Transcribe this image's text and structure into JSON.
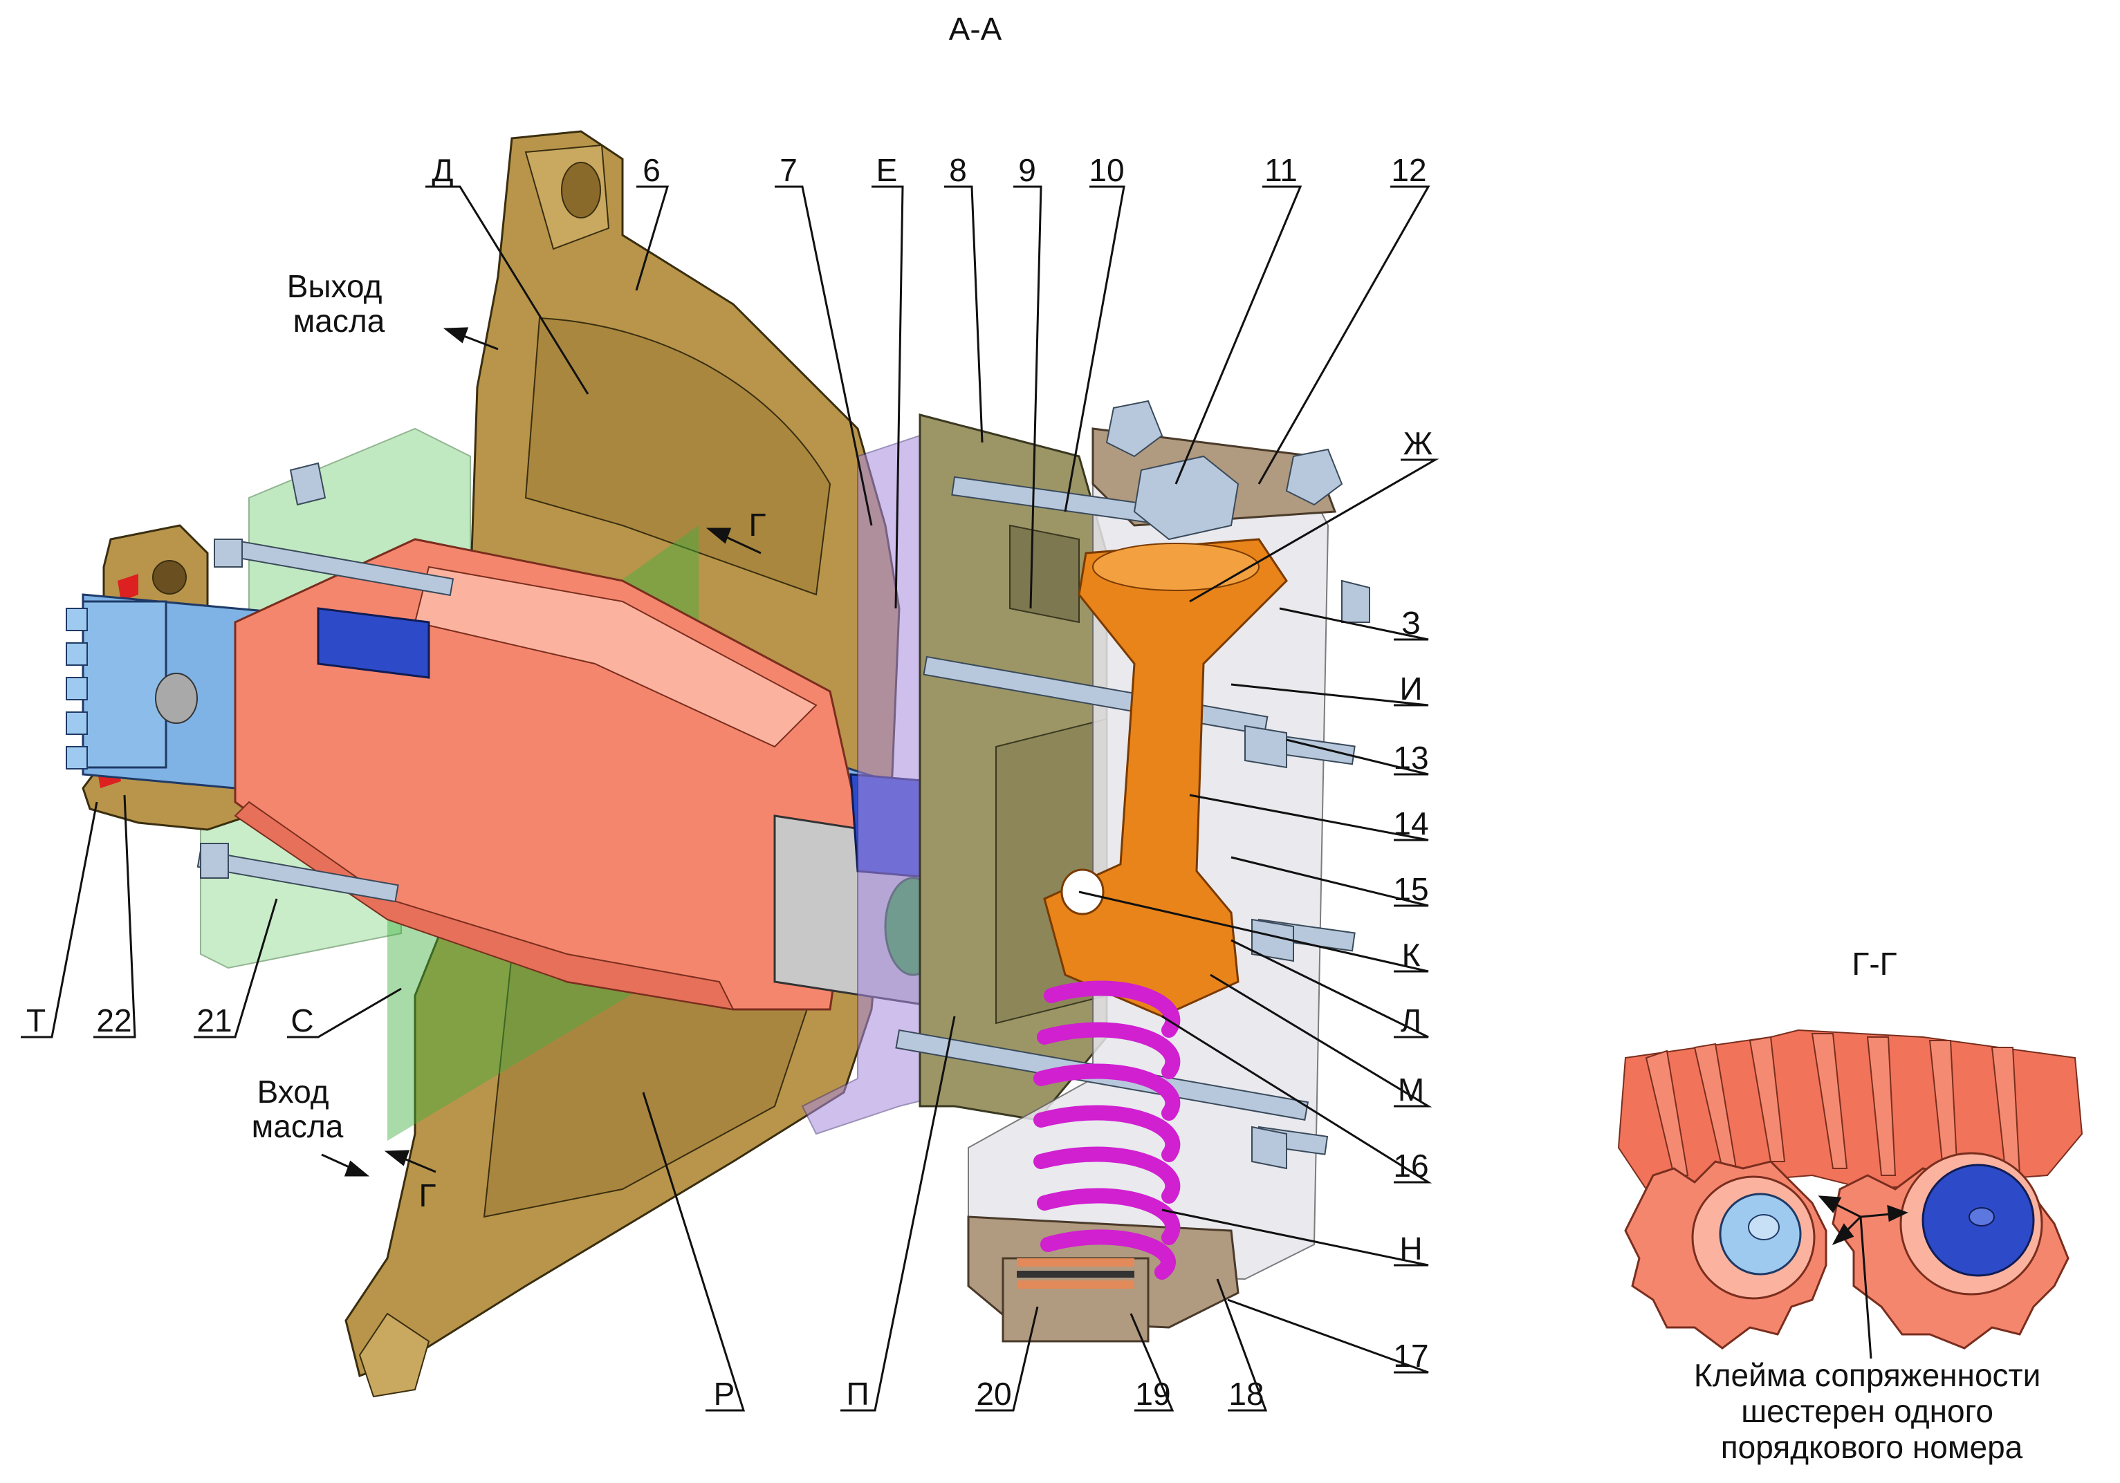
{
  "main_view": {
    "title": "А-А",
    "oil_out": [
      "Выход",
      "масла"
    ],
    "oil_in": [
      "Вход",
      "масла"
    ],
    "section_mark_top": "Г",
    "section_mark_bottom": "Г",
    "labels_top": [
      "Д",
      "6",
      "7",
      "Е",
      "8",
      "9",
      "10",
      "11",
      "12"
    ],
    "labels_right": [
      "Ж",
      "З",
      "И",
      "13",
      "14",
      "15",
      "К",
      "Л",
      "М",
      "16",
      "Н",
      "17"
    ],
    "labels_bottom": [
      "Т",
      "22",
      "21",
      "С",
      "Р",
      "П",
      "20",
      "19",
      "18"
    ]
  },
  "inset_view": {
    "title": "Г-Г",
    "caption": [
      "Клейма сопряженности",
      "шестерен одного",
      "порядкового номера"
    ]
  },
  "colors": {
    "housing": "#B8954A",
    "gear": "#F5866E",
    "shaft": "#7FB2E5",
    "valve": "#E8841A",
    "spring": "#D020D0",
    "plate": "#9C9566",
    "bolt": "#B8C8DC",
    "blue_bush": "#2D4BC8",
    "cover": "#B09A80"
  }
}
